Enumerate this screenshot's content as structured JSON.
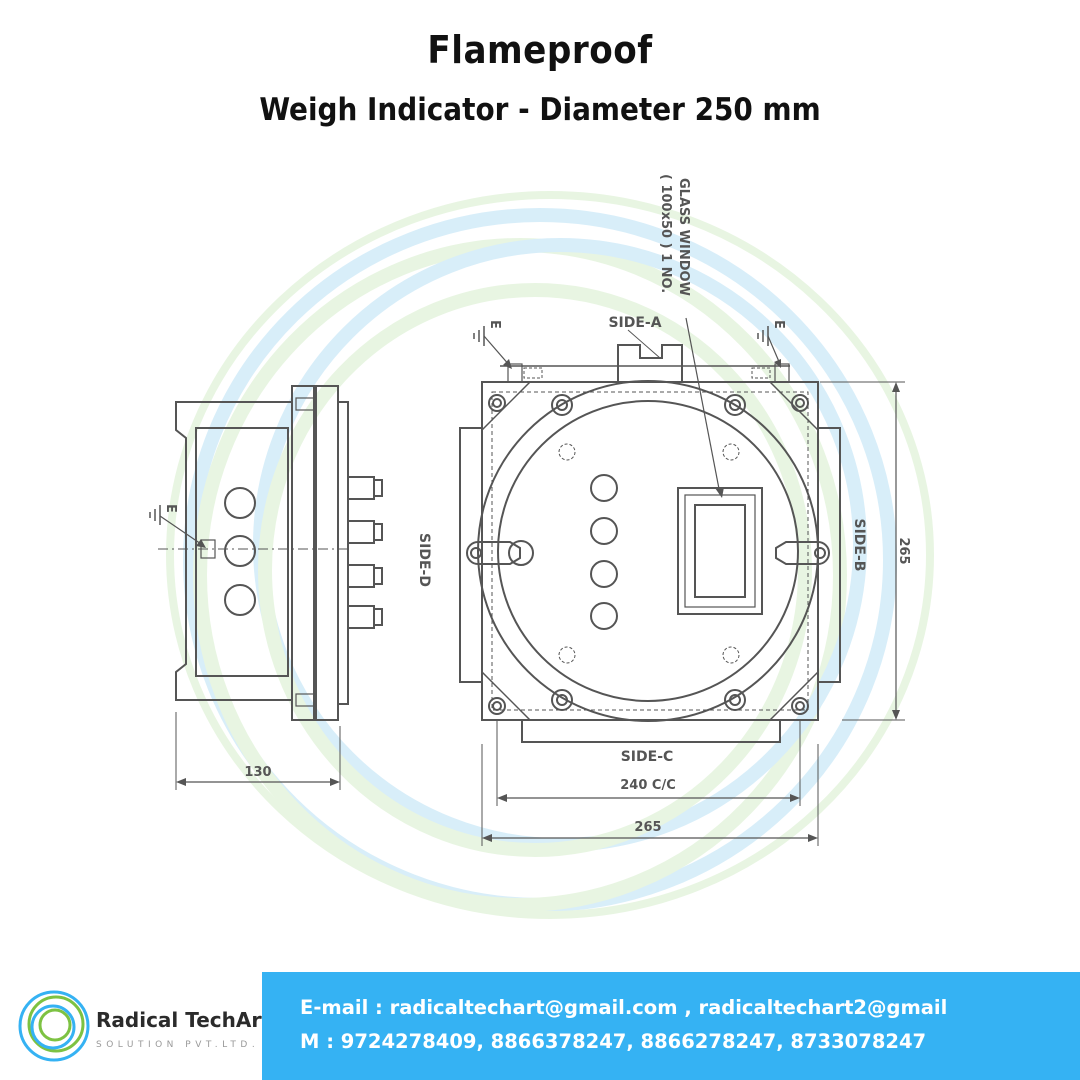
{
  "header": {
    "title": "Flameproof",
    "subtitle": "Weigh Indicator - Diameter 250 mm"
  },
  "drawing": {
    "label_glass_window_line1": "GLASS WINDOW",
    "label_glass_window_line2": "( 100x50 ) 1 NO.",
    "label_side_a": "SIDE-A",
    "label_side_b": "SIDE-B",
    "label_side_c": "SIDE-C",
    "label_side_d": "SIDE-D",
    "label_earth": "E",
    "dim_side_width": "130",
    "dim_front_height": "265",
    "dim_cc": "240 C/C",
    "dim_front_width": "265"
  },
  "footer": {
    "brand_name": "Radical TechArt",
    "brand_tagline": "SOLUTION PVT.LTD.",
    "email_line": "E-mail : radicaltechart@gmail.com , radicaltechart2@gmail",
    "phone_line": "M : 9724278409, 8866378247, 8866278247, 8733078247"
  },
  "colors": {
    "line": "#555555",
    "contact_bar": "#35b2f3",
    "watermark_blue": "#bfe3f6",
    "watermark_green": "#d9efcf"
  }
}
